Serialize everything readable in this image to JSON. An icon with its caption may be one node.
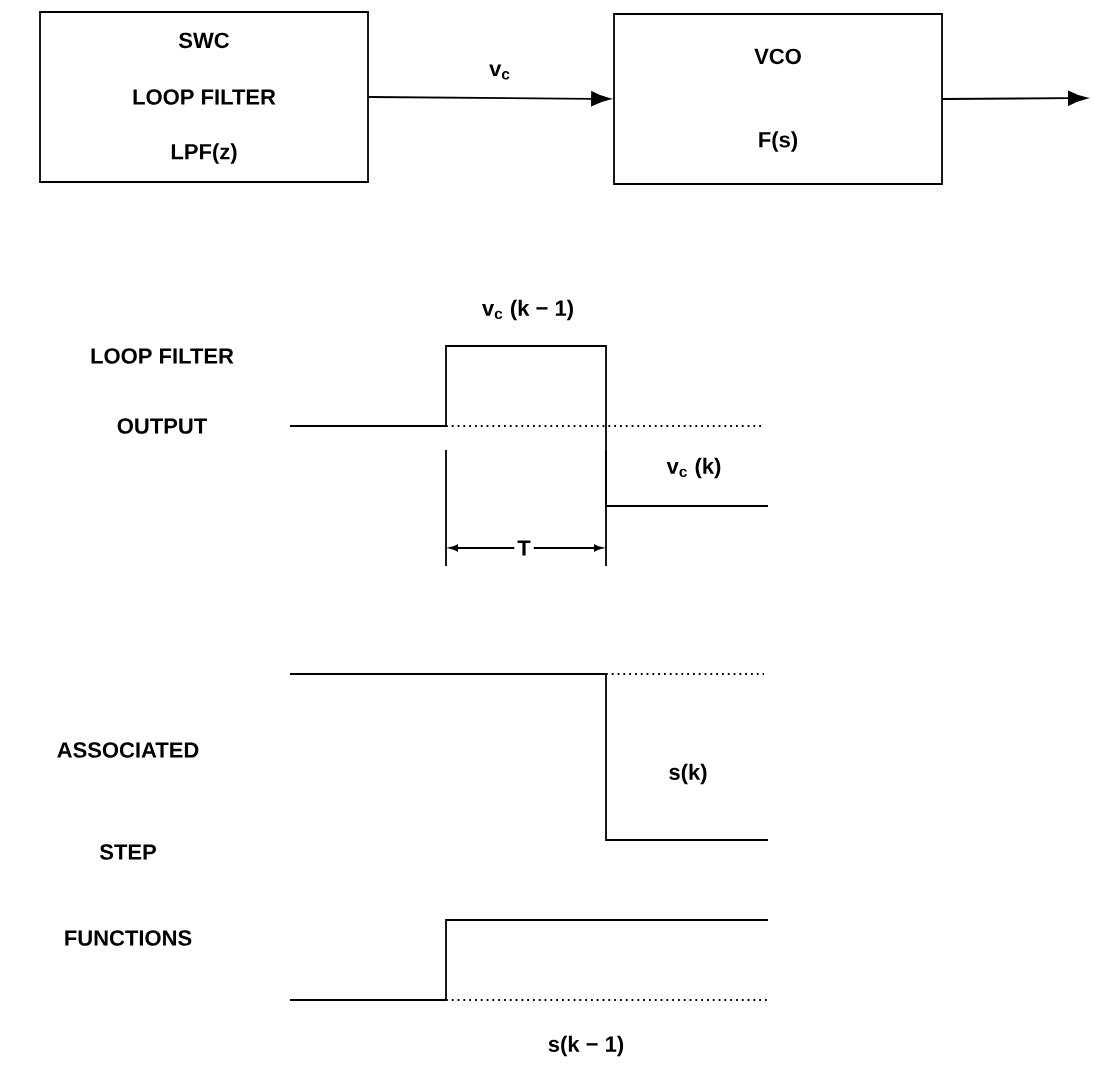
{
  "diagram": {
    "nodes": [
      {
        "text": [
          "SWC",
          "LOOP FILTER",
          "LPF(z)"
        ]
      },
      {
        "text": [
          "VCO",
          "F(s)"
        ]
      }
    ],
    "edges": [
      {
        "from": 0,
        "to": 1,
        "arrow": "to",
        "label": "v$_{c}$"
      },
      {
        "from": 1,
        "to": null,
        "arrow": "to"
      }
    ],
    "labels": [
      "v$_{c}$  (k − 1)",
      "LOOP FILTER",
      "OUTPUT",
      "v$_{c}$  (k)",
      "T",
      "ASSOCIATED",
      "s(k)",
      "STEP",
      "FUNCTIONS",
      "s(k − 1)"
    ]
  }
}
